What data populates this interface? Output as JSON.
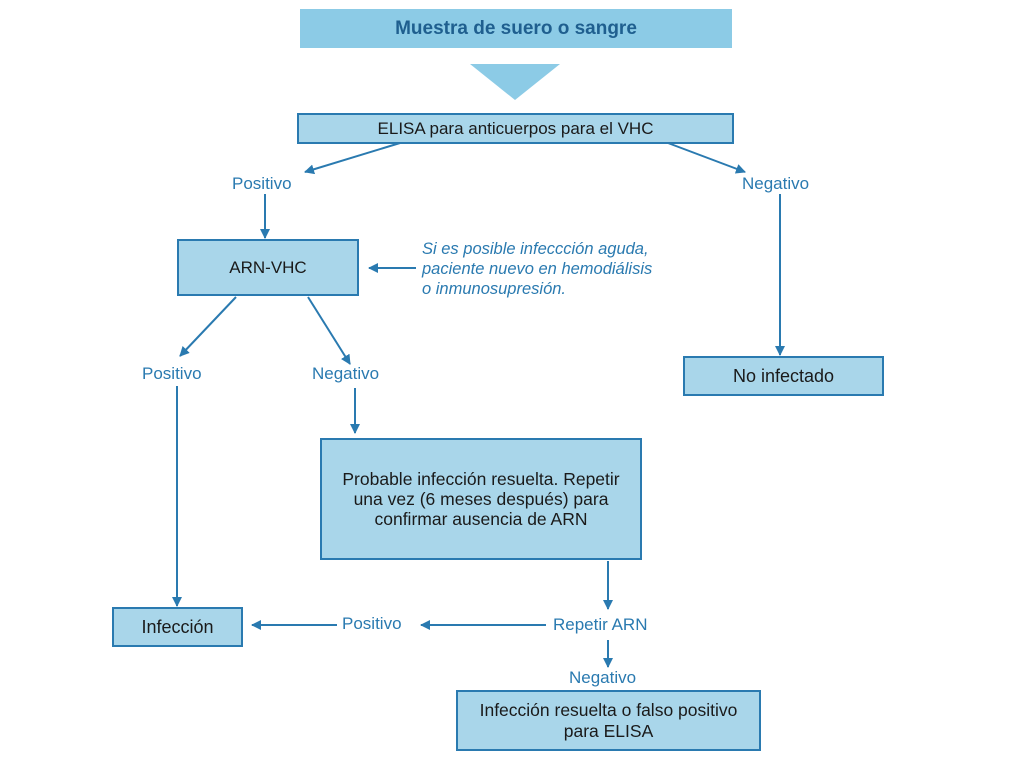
{
  "header": {
    "title": "Muestra de suero o sangre"
  },
  "nodes": {
    "elisa": "ELISA para anticuerpos para el VHC",
    "arn_vhc": "ARN-VHC",
    "no_infectado": "No infectado",
    "probable": "Probable infección resuelta. Repetir una vez (6 meses después) para confirmar ausencia de ARN",
    "infeccion": "Infección",
    "resuelta_falso": "Infección resuelta o falso positivo para ELISA"
  },
  "labels": {
    "elisa_positivo": "Positivo",
    "elisa_negativo": "Negativo",
    "arn_positivo": "Positivo",
    "arn_negativo": "Negativo",
    "repetir_arn": "Repetir ARN",
    "repetir_positivo": "Positivo",
    "repetir_negativo": "Negativo"
  },
  "note": {
    "text": "Si es posible infeccción aguda,\npaciente nuevo en hemodiálisis\no inmunosupresión."
  },
  "colors": {
    "box_fill": "#a9d6ea",
    "header_fill": "#8ccbe6",
    "stroke": "#2a7ab0",
    "label": "#2a7ab0"
  }
}
